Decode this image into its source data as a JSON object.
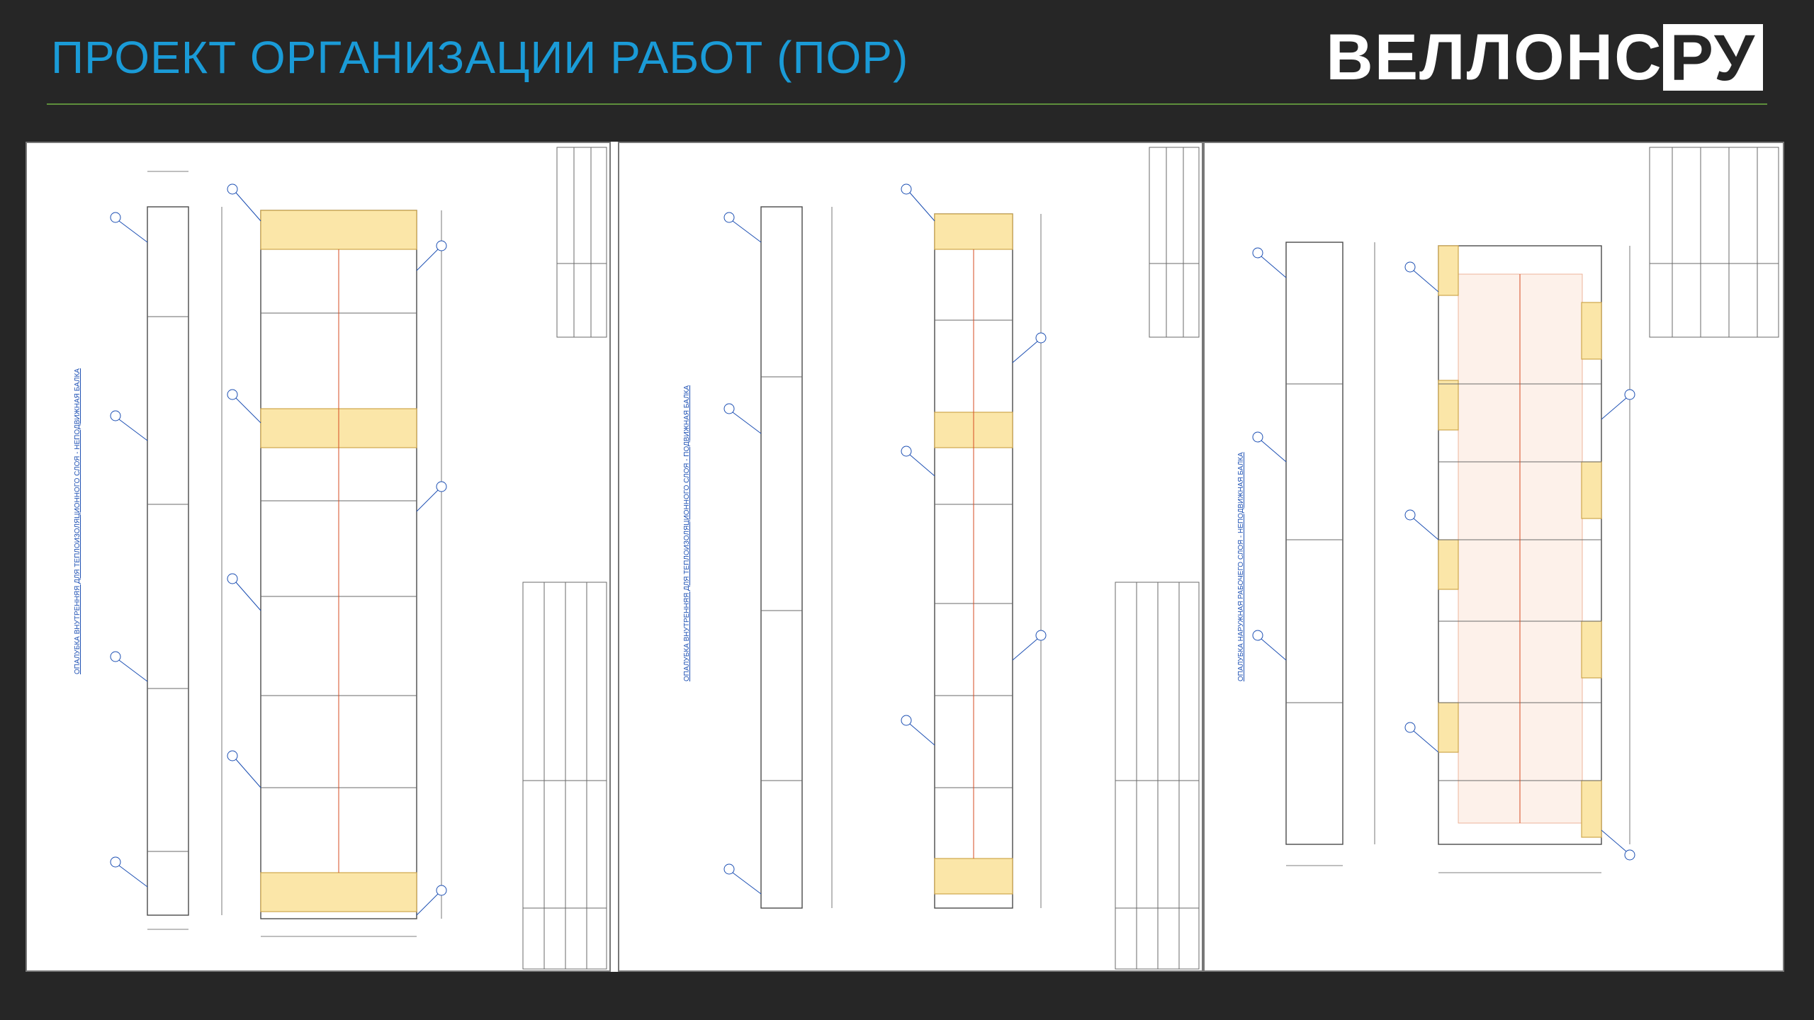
{
  "header": {
    "title": "ПРОЕКТ ОРГАНИЗАЦИИ РАБОТ (ПОР)",
    "logo_left": "ВЕЛЛОНС",
    "logo_dot": "•",
    "logo_right": "РУ"
  },
  "colors": {
    "background": "#262626",
    "title": "#1a9bd7",
    "rule": "#5e8f3c",
    "formwork_yellow": "#fbe6a8",
    "leader_blue": "#1c4fb3"
  },
  "sheets": [
    {
      "caption": "ОПАЛУБКА ВНУТРЕННЯЯ ДЛЯ ТЕПЛОИЗОЛЯЦИОННОГО СЛОЯ - НЕПОДВИЖНАЯ БАЛКА"
    },
    {
      "caption": "ОПАЛУБКА ВНУТРЕННЯЯ ДЛЯ ТЕПЛОИЗОЛЯЦИОННОГО СЛОЯ - ПОДВИЖНАЯ БАЛКА"
    },
    {
      "caption": "ОПАЛУБКА НАРУЖНАЯ РАБОЧЕГО СЛОЯ - НЕПОДВИЖНАЯ БАЛКА"
    }
  ]
}
